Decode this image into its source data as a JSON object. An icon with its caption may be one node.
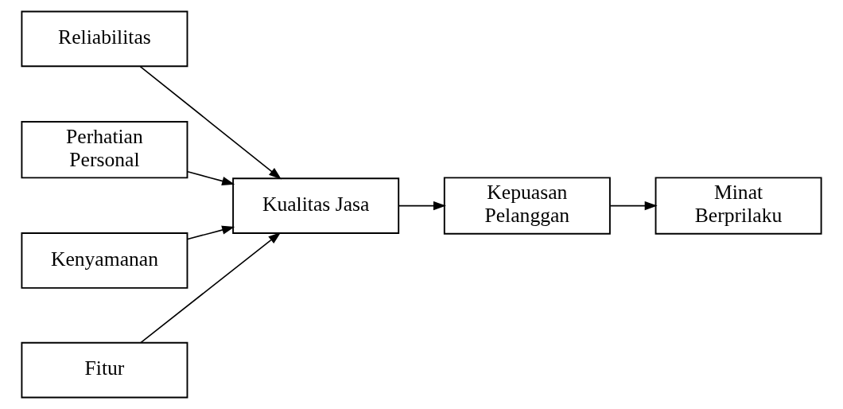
{
  "diagram": {
    "nodes": [
      {
        "text": [
          "Reliabilitas"
        ]
      },
      {
        "text": [
          "Perhatian Personal"
        ]
      },
      {
        "text": [
          "Kenyamanan"
        ]
      },
      {
        "text": [
          "Fitur"
        ]
      },
      {
        "text": [
          "Kualitas Jasa"
        ]
      },
      {
        "text": [
          "Kepuasan Pelanggan"
        ]
      },
      {
        "text": [
          "Minat Berprilaku"
        ]
      }
    ],
    "edges": [
      {
        "from": 0,
        "to": 4,
        "arrow": "to"
      },
      {
        "from": 1,
        "to": 4,
        "arrow": "to"
      },
      {
        "from": 2,
        "to": 4,
        "arrow": "to"
      },
      {
        "from": 3,
        "to": 4,
        "arrow": "to"
      },
      {
        "from": 4,
        "to": 5,
        "arrow": "to"
      },
      {
        "from": 5,
        "to": 6,
        "arrow": "to"
      }
    ]
  }
}
